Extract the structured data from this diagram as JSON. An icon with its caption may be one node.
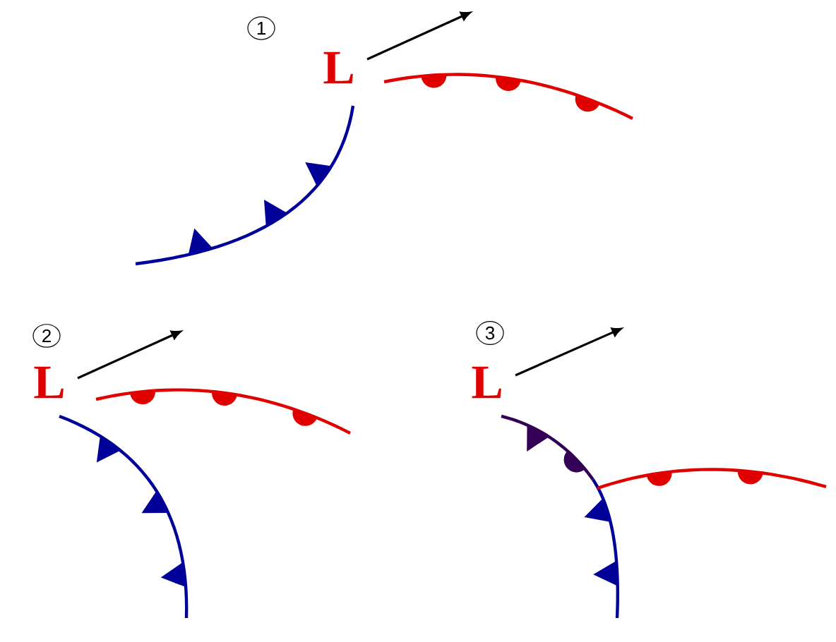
{
  "diagram": {
    "labels": [
      "1",
      "L",
      "2",
      "L",
      "3",
      "L"
    ]
  }
}
